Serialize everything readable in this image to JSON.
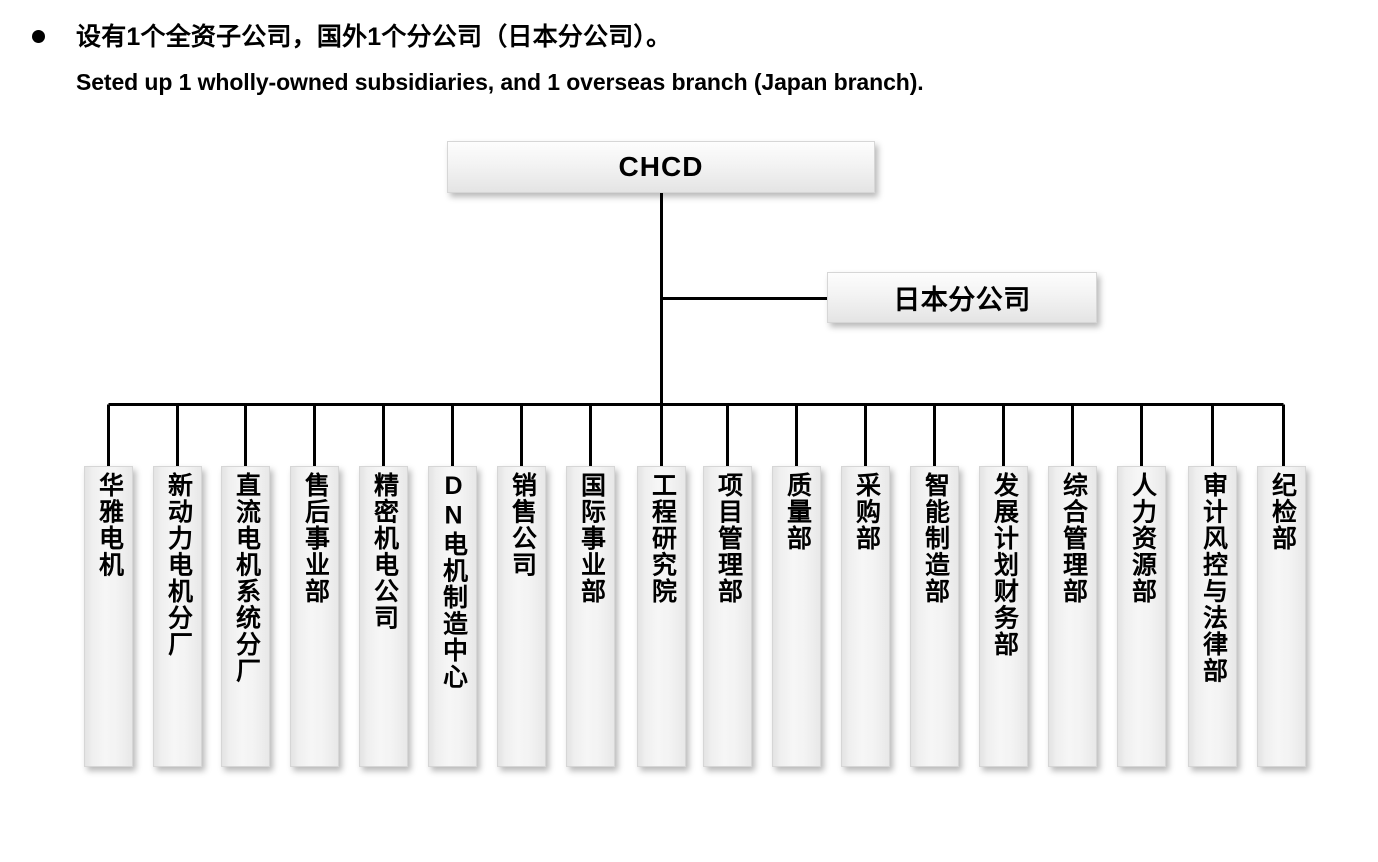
{
  "header": {
    "bullet_icon": "bullet-dot-icon",
    "headline_cn": "设有1个全资子公司，国外1个分公司（日本分公司）。",
    "headline_en": "Seted up 1 wholly-owned subsidiaries, and 1 overseas branch (Japan branch)."
  },
  "chart": {
    "type": "org-chart",
    "root": {
      "label": "CHCD"
    },
    "branch": {
      "label": "日本分公司"
    },
    "departments": [
      {
        "label": "华雅电机"
      },
      {
        "label": "新动力电机分厂"
      },
      {
        "label": "直流电机系统分厂"
      },
      {
        "label": "售后事业部"
      },
      {
        "label": "精密机电公司"
      },
      {
        "label": "DN电机制造中心"
      },
      {
        "label": "销售公司"
      },
      {
        "label": "国际事业部"
      },
      {
        "label": "工程研究院"
      },
      {
        "label": "项目管理部"
      },
      {
        "label": "质量部"
      },
      {
        "label": "采购部"
      },
      {
        "label": "智能制造部"
      },
      {
        "label": "发展计划财务部"
      },
      {
        "label": "综合管理部"
      },
      {
        "label": "人力资源部"
      },
      {
        "label": "审计风控与法律部"
      },
      {
        "label": "纪检部"
      }
    ]
  },
  "colors": {
    "box_fill_light": "#f6f6f6",
    "box_fill_dark": "#e3e3e3",
    "box_border": "#d6d6d6",
    "connector": "#000000",
    "text": "#000000",
    "background": "#ffffff"
  }
}
